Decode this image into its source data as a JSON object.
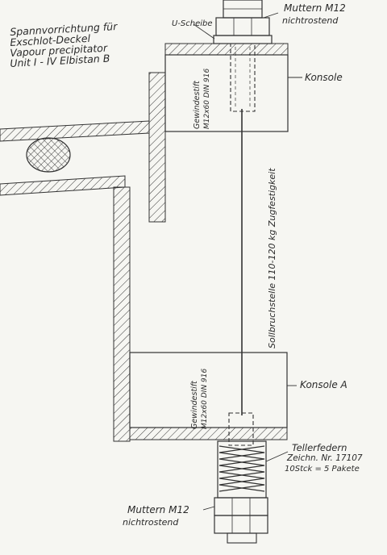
{
  "title_block": {
    "line1": "Spannvorrichtung für",
    "line2": "Exschlot-Deckel",
    "line3": "Vapour precipitator",
    "line4": "Unit I - IV  Elbistan B"
  },
  "labels": {
    "u_scheibe": "U-Scheibe",
    "nut_top_1": "Muttern M12",
    "nut_top_2": "nichtrostend",
    "konsole_top": "Konsole",
    "stift_top_1": "Gewindestift",
    "stift_top_2": "M12x60 DIN 916",
    "rod": "Sollbruchstelle  110-120 kg  Zugfestigkeit",
    "konsole_bottom": "Konsole A",
    "stift_bottom_1": "Gewindestift",
    "stift_bottom_2": "M12x60 DIN 916",
    "spring_1": "Tellerfedern",
    "spring_2": "Zeichn. Nr. 17107",
    "spring_3": "10Stck = 5 Pakete",
    "nut_bottom_1": "Muttern M12",
    "nut_bottom_2": "nichtrostend"
  },
  "colors": {
    "ink": "#2a2a2a",
    "paper": "#f6f6f2"
  }
}
